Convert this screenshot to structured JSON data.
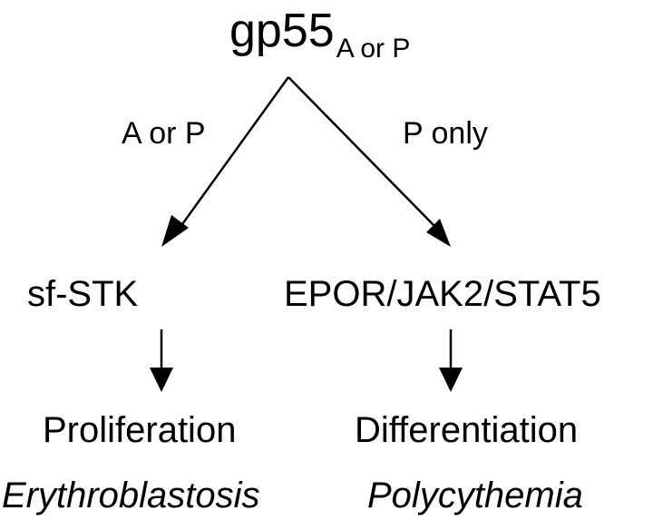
{
  "root": {
    "label": "gp55",
    "subscript": "A or P"
  },
  "edges": {
    "left_label": "A or P",
    "right_label": "P only"
  },
  "pathways": {
    "left": "sf-STK",
    "right": "EPOR/JAK2/STAT5"
  },
  "outcomes": {
    "left": "Proliferation",
    "right": "Differentiation"
  },
  "diseases": {
    "left": "Erythroblastosis",
    "right": "Polycythemia"
  },
  "colors": {
    "ink": "#000000",
    "background": "#ffffff"
  }
}
